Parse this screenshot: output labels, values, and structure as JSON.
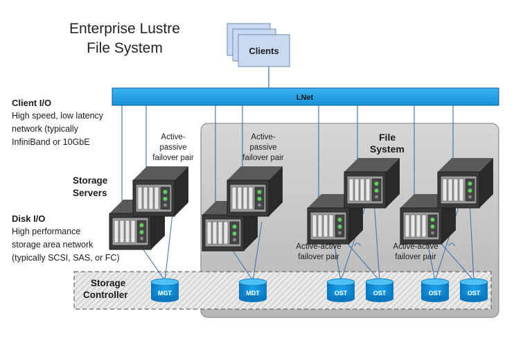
{
  "title_line1": "Enterprise Lustre",
  "title_line2": "File System",
  "clients_label": "Clients",
  "lnet_label": "LNet",
  "client_io": {
    "heading": "Client I/O",
    "line1": "High speed, low latency",
    "line2": "network (typically",
    "line3": "InfiniBand or 10GbE"
  },
  "storage_servers": {
    "line1": "Storage",
    "line2": "Servers"
  },
  "disk_io": {
    "heading": "Disk I/O",
    "line1": "High performance",
    "line2": "storage area network",
    "line3": "(typically SCSI, SAS, or FC)"
  },
  "file_system": {
    "line1": "File",
    "line2": "System"
  },
  "storage_controller": {
    "line1": "Storage",
    "line2": "Controller"
  },
  "pair_labels": {
    "active_passive_line1": "Active-",
    "active_passive_line2": "passive",
    "active_passive_line3": "failover pair",
    "active_active_line1": "Active-active",
    "active_active_line2": "failover pair"
  },
  "disks": [
    "MGT",
    "MDT",
    "OST",
    "OST",
    "OST",
    "OST"
  ],
  "colors": {
    "lnet": "#1aa0e8",
    "disk": "#0f8fd6",
    "panel": "#c4c4c4",
    "server": "#2b2b2b",
    "client_box": "#c9daf0"
  }
}
